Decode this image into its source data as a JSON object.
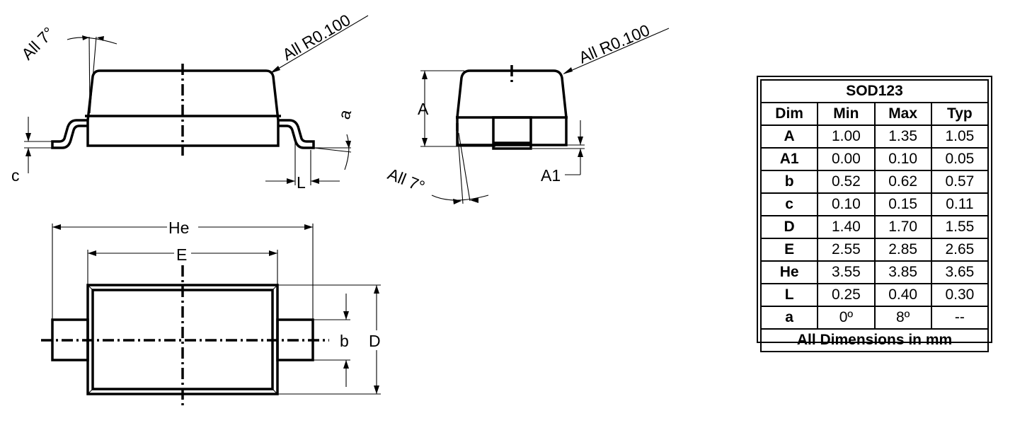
{
  "side_view": {
    "angle_label": "All 7°",
    "radius_label": "All R0.100",
    "dim_c": "c",
    "dim_L": "L",
    "dim_a": "a"
  },
  "end_view": {
    "radius_label": "All R0.100",
    "angle_label": "All 7°",
    "dim_A": "A",
    "dim_A1": "A1"
  },
  "top_view": {
    "dim_He": "He",
    "dim_E": "E",
    "dim_b": "b",
    "dim_D": "D"
  },
  "table": {
    "title": "SOD123",
    "headers": [
      "Dim",
      "Min",
      "Max",
      "Typ"
    ],
    "rows": [
      {
        "dim": "A",
        "min": "1.00",
        "max": "1.35",
        "typ": "1.05"
      },
      {
        "dim": "A1",
        "min": "0.00",
        "max": "0.10",
        "typ": "0.05"
      },
      {
        "dim": "b",
        "min": "0.52",
        "max": "0.62",
        "typ": "0.57"
      },
      {
        "dim": "c",
        "min": "0.10",
        "max": "0.15",
        "typ": "0.11"
      },
      {
        "dim": "D",
        "min": "1.40",
        "max": "1.70",
        "typ": "1.55"
      },
      {
        "dim": "E",
        "min": "2.55",
        "max": "2.85",
        "typ": "2.65"
      },
      {
        "dim": "He",
        "min": "3.55",
        "max": "3.85",
        "typ": "3.65"
      },
      {
        "dim": "L",
        "min": "0.25",
        "max": "0.40",
        "typ": "0.30"
      },
      {
        "dim": "a",
        "min": "0º",
        "max": "8º",
        "typ": "--"
      }
    ],
    "footer": "All Dimensions in mm"
  }
}
